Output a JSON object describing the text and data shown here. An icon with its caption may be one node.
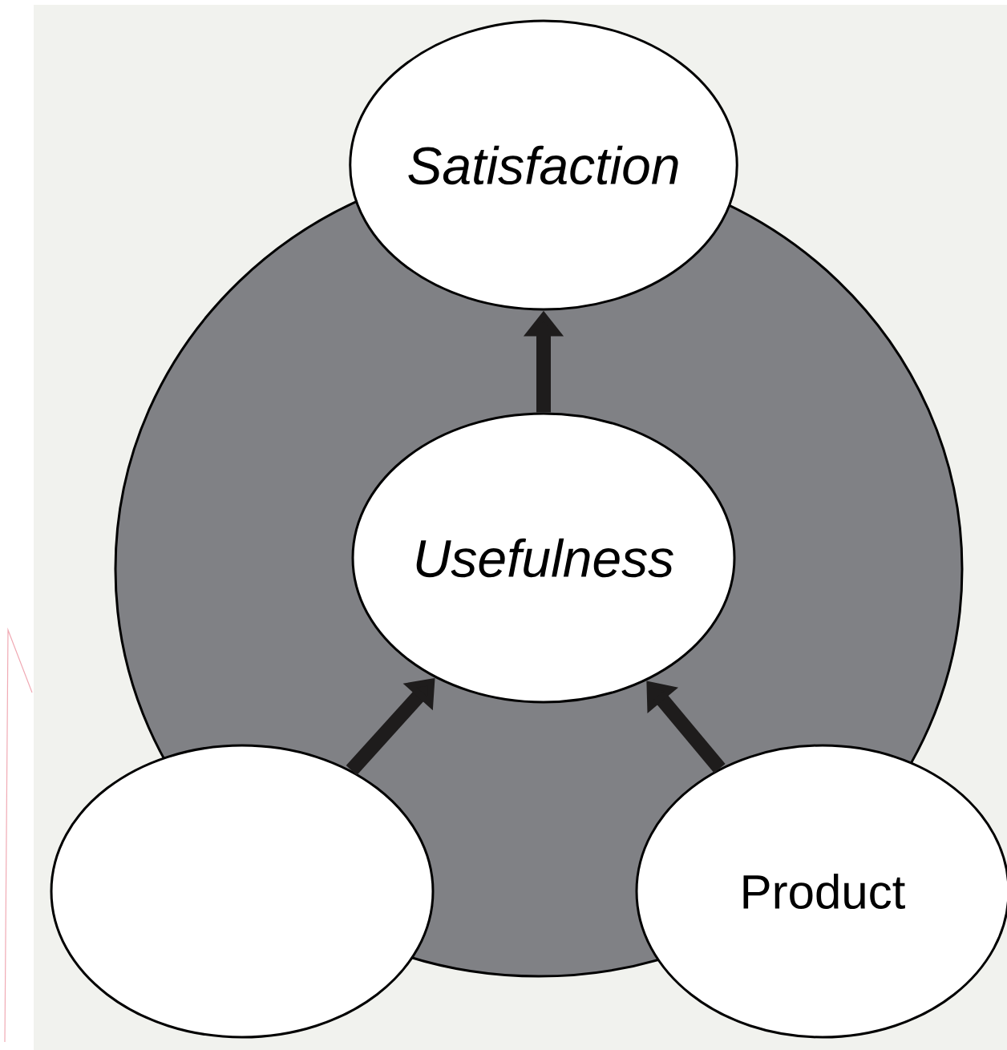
{
  "diagram": {
    "nodes": [
      {
        "text": [
          "*Satisfaction*"
        ]
      },
      {
        "text": [
          "*Usefulness*"
        ]
      },
      {
        "text": [],
        "shape": "ellipse"
      },
      {
        "text": [
          "Product"
        ]
      }
    ],
    "edges": [
      {
        "from": 1,
        "to": 0,
        "arrow": "to"
      },
      {
        "from": 2,
        "to": 1,
        "arrow": "to"
      },
      {
        "from": 3,
        "to": 1,
        "arrow": "to"
      }
    ]
  }
}
